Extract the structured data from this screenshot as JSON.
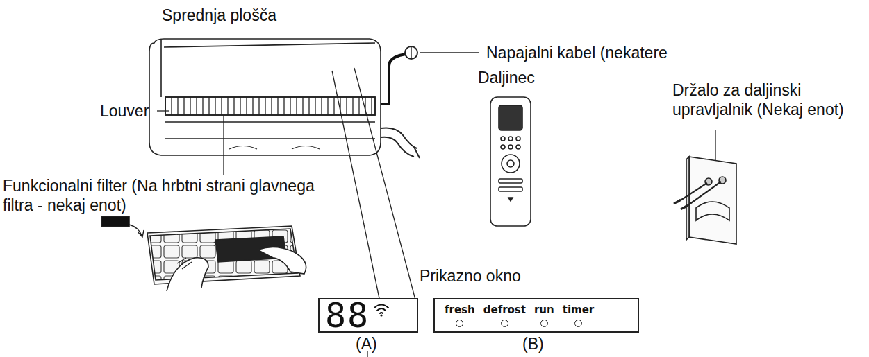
{
  "diagram": {
    "nodes": [
      {
        "text": [
          "88"
        ]
      },
      {
        "text": [
          "fresh",
          "defrost",
          "run",
          "timer"
        ]
      }
    ],
    "labels": [
      "Sprednja plošča",
      "Napajalni kabel (nekatere",
      "Louver",
      "Daljinec",
      "Držalo za daljinski upravljalnik (Nekaj enot)",
      "Funkcionalni filter (Na hrbtni strani glavnega filtra - nekaj enot)",
      "Prikazno okno",
      "(A)",
      "(B)"
    ]
  }
}
